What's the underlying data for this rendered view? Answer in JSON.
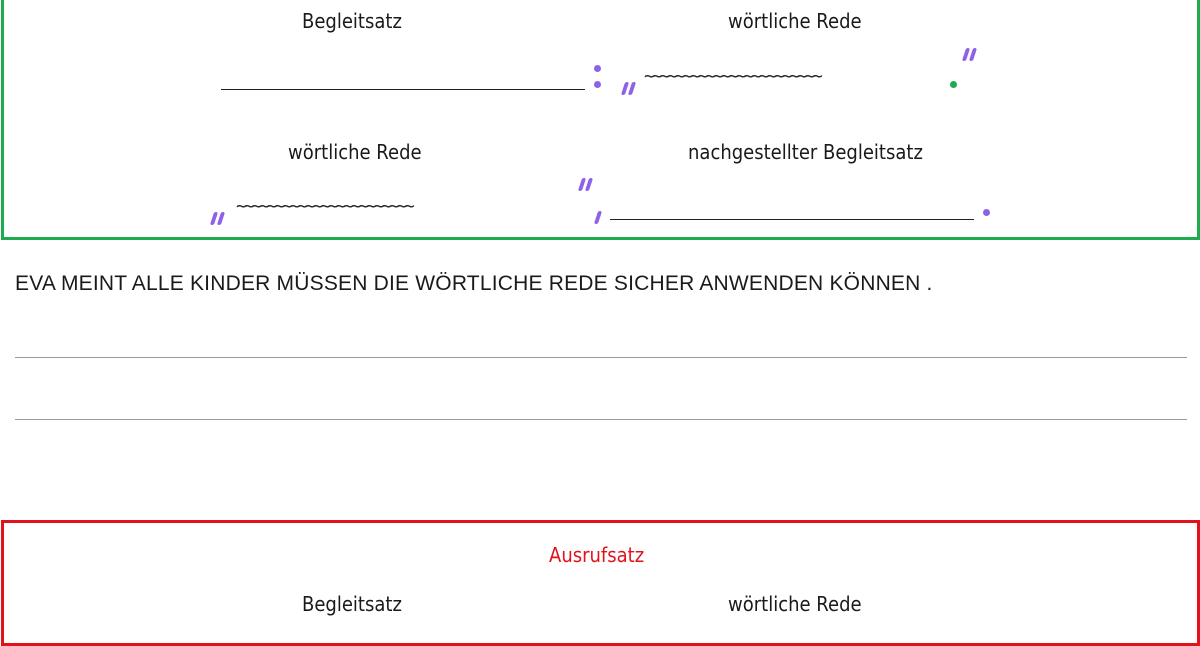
{
  "green_box": {
    "border_color": "#1faa4f",
    "row1": {
      "left_heading": "Begleitsatz",
      "right_heading": "wörtliche Rede",
      "speech_placeholder": "~~~~~~~~~~~~~~~~~~~~~~~",
      "colon_marker": ":",
      "open_quote": "„",
      "close_quote": "“",
      "end_marker": "."
    },
    "row2": {
      "left_heading": "wörtliche Rede",
      "right_heading": "nachgestellter Begleitsatz",
      "speech_placeholder": "~~~~~~~~~~~~~~~~~~~~~~~",
      "open_quote": "„",
      "close_quote": "“",
      "comma_marker": ",",
      "end_marker": "."
    }
  },
  "exercise": {
    "sentence": "EVA MEINT ALLE KINDER MÜSSEN DIE WÖRTLICHE REDE SICHER ANWENDEN KÖNNEN .",
    "answer_lines": 2
  },
  "red_box": {
    "border_color": "#e2121b",
    "title": "Ausrufsatz",
    "left_heading": "Begleitsatz",
    "right_heading": "wörtliche Rede"
  },
  "colors": {
    "punctuation_purple": "#8e62e6",
    "period_green": "#1faa4f",
    "text": "#1a1a1a"
  }
}
